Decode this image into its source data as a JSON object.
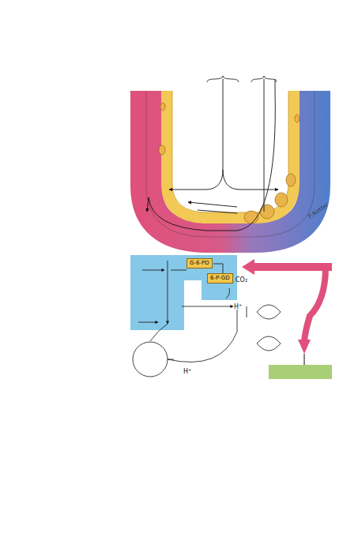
{
  "diagram": {
    "nodes": [
      {
        "text": [
          "G-6-PD"
        ]
      },
      {
        "text": [
          "6-P-GD"
        ]
      }
    ],
    "labels": [
      "CO₂",
      "H⁺",
      "H⁺",
      "F.Netter"
    ]
  }
}
